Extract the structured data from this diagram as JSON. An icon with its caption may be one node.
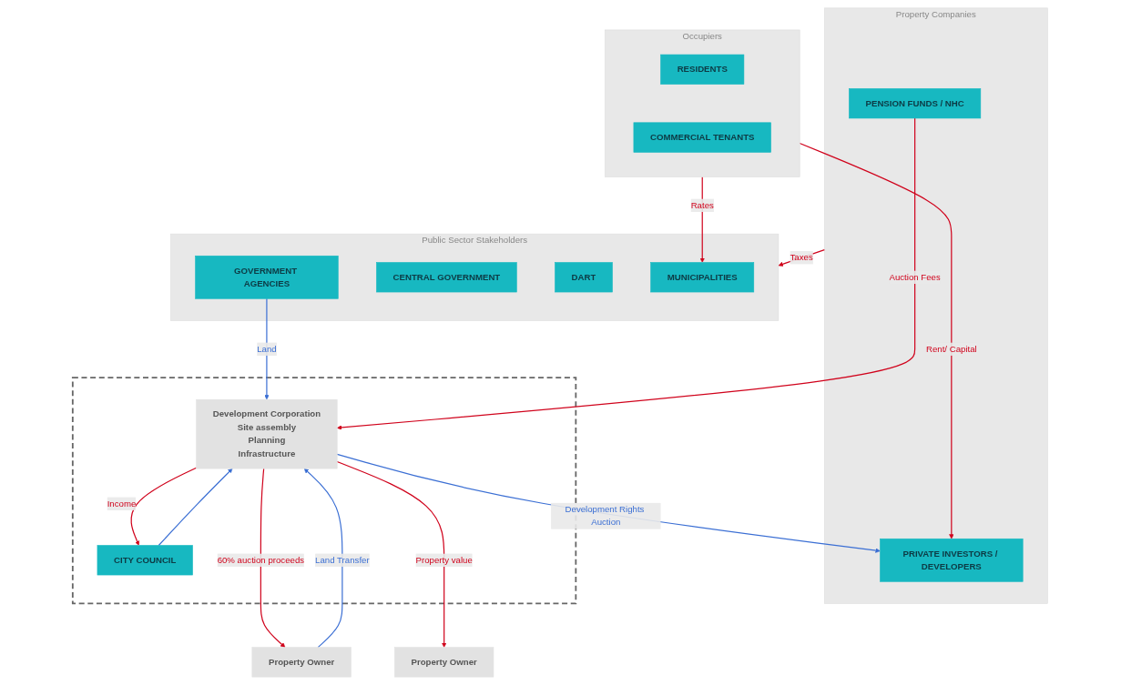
{
  "diagram": {
    "nodes": [
      {
        "text": [
          "Public Sector Stakeholders"
        ]
      },
      {
        "text": [
          "GOVERNMENT AGENCIES"
        ],
        "in": 0
      },
      {
        "text": [
          "CENTRAL GOVERNMENT"
        ],
        "in": 0
      },
      {
        "text": [
          "DART"
        ],
        "in": 0
      },
      {
        "text": [
          "MUNICIPALITIES"
        ],
        "in": 0
      },
      {
        "text": [
          "Occupiers"
        ]
      },
      {
        "text": [
          "RESIDENTS"
        ],
        "in": 5
      },
      {
        "text": [
          "COMMERCIAL TENANTS"
        ],
        "in": 5
      },
      {
        "text": [],
        "shape": "box"
      },
      {
        "text": [
          "CITY COUNCIL"
        ],
        "in": 8
      },
      {
        "text": [
          "Development Corporation",
          "Site assembly",
          "Planning",
          "Infrastructure"
        ],
        "in": 8
      },
      {
        "text": [
          "Property Companies"
        ]
      },
      {
        "text": [
          "PENSION FUNDS / NHC"
        ],
        "in": 11
      },
      {
        "text": [
          "PRIVATE INVESTORS / DEVELOPERS"
        ],
        "in": 11
      },
      {
        "text": [
          "Property Owner"
        ]
      },
      {
        "text": [
          "Property Owner"
        ]
      }
    ],
    "edges": [
      {
        "from": 5,
        "to": 4,
        "arrow": "to",
        "label": "Rates",
        "color": "#d0021b"
      },
      {
        "from": 5,
        "to": 13,
        "arrow": "to",
        "label": "Rent/ Capital",
        "color": "#d0021b"
      },
      {
        "from": 11,
        "to": 0,
        "arrow": "to",
        "label": "Taxes",
        "color": "#d0021b"
      },
      {
        "from": 12,
        "to": 10,
        "arrow": "to",
        "label": "Auction Fees",
        "color": "#d0021b"
      },
      {
        "from": 10,
        "to": 9,
        "arrow": "to",
        "label": "Income",
        "color": "#d0021b"
      },
      {
        "from": 1,
        "to": 10,
        "arrow": "to",
        "label": "Land",
        "color": "#3b6fd4"
      },
      {
        "from": 9,
        "to": 10,
        "arrow": "to",
        "color": "#3b6fd4"
      },
      {
        "from": 14,
        "to": 10,
        "arrow": "to",
        "label": "Land Transfer",
        "color": "#3b6fd4"
      },
      {
        "from": 10,
        "to": 13,
        "arrow": "to",
        "label": "Development Rights Auction",
        "color": "#3b6fd4"
      },
      {
        "from": 10,
        "to": 14,
        "arrow": "to",
        "label": "60% auction proceeds",
        "color": "#d0021b"
      },
      {
        "from": 10,
        "to": 15,
        "arrow": "to",
        "label": "Property value",
        "color": "#d0021b"
      }
    ]
  }
}
